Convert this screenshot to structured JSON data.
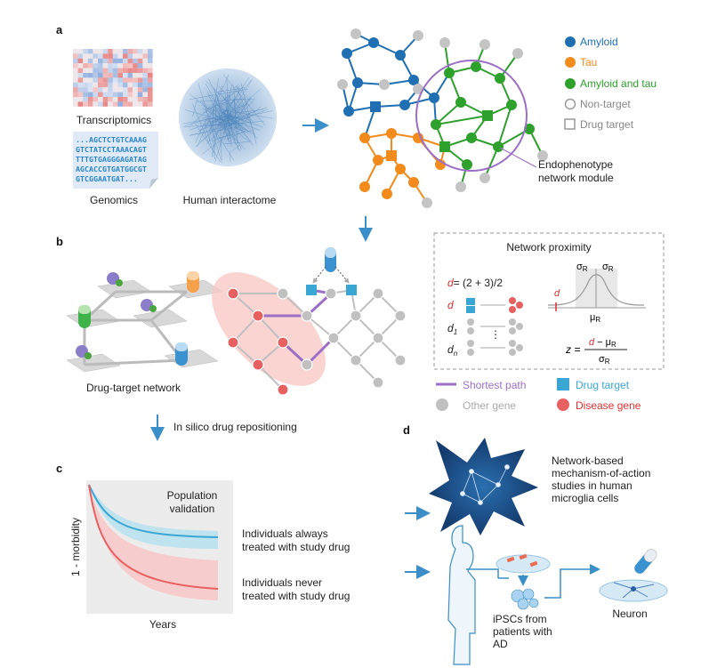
{
  "panels": {
    "a": "a",
    "b": "b",
    "c": "c",
    "d": "d"
  },
  "panel_a": {
    "transcriptomics": "Transcriptomics",
    "genomics_seq": [
      "...AGCTCTGTCAAAG",
      "GTCTATCCTAAACAGT",
      "TTTGTGAGGGAGATAG",
      "AGCACCGTGATGGCGT",
      "GTCGGAATGAT..."
    ],
    "genomics": "Genomics",
    "interactome": "Human interactome",
    "legend": [
      {
        "label": "Amyloid",
        "color": "#1f6fb2"
      },
      {
        "label": "Tau",
        "color": "#f28a1c"
      },
      {
        "label": "Amyloid and tau",
        "color": "#2ea02c"
      },
      {
        "label": "Non-target",
        "color": "#888888"
      },
      {
        "label": "Drug target",
        "color": "#888888"
      }
    ],
    "module_label": [
      "Endophenotype",
      "network module"
    ]
  },
  "panel_b": {
    "drug_target_network": "Drug-target network",
    "proximity_title": "Network proximity",
    "formula_d": "= (2 + 3)/2",
    "d": "d",
    "d1": "d",
    "d1_sub": "1",
    "dn": "d",
    "dn_sub": "n",
    "sigma": "σ",
    "R": "R",
    "mu": "μ",
    "z": "z =",
    "minus": " − ",
    "legend": {
      "shortest_path": "Shortest path",
      "drug_target": "Drug target",
      "other_gene": "Other gene",
      "disease_gene": "Disease gene"
    },
    "colors": {
      "path": "#9b6fc6",
      "target": "#3aa6d3",
      "other": "#c0c0c0",
      "disease": "#e96060"
    }
  },
  "arrow_text": "In silico drug repositioning",
  "panel_c": {
    "ylabel": "1 - morbidity",
    "xlabel": "Years",
    "title": [
      "Population",
      "validation"
    ],
    "always": [
      "Individuals always",
      "treated with study drug"
    ],
    "never": [
      "Individuals never",
      "treated with study drug"
    ]
  },
  "panel_d": {
    "microglia": [
      "Network-based",
      "mechanism-of-action",
      "studies in human",
      "microglia cells"
    ],
    "ipsc": [
      "iPSCs from",
      "patients with",
      "AD"
    ],
    "neuron": "Neuron"
  }
}
